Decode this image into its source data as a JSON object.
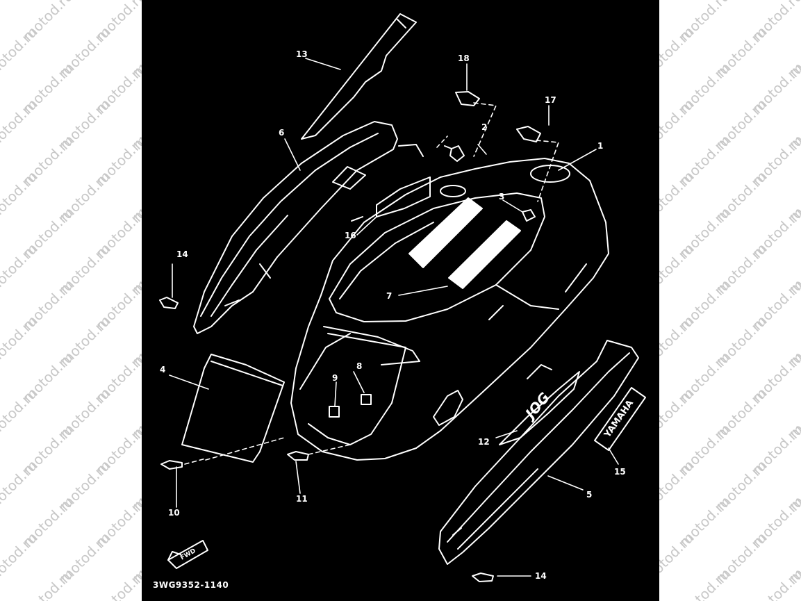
{
  "watermark": {
    "text": "motod.ru"
  },
  "diagram": {
    "callouts": {
      "c1": "1",
      "c2": "2",
      "c3": "3",
      "c4": "4",
      "c5": "5",
      "c6": "6",
      "c7": "7",
      "c8": "8",
      "c9": "9",
      "c10": "10",
      "c11": "11",
      "c12": "12",
      "c13": "13",
      "c14a": "14",
      "c14b": "14",
      "c15": "15",
      "c16": "16",
      "c17": "17",
      "c18": "18"
    },
    "drawing_code": "3WG9352-1140",
    "fwd_label": "FWD",
    "decal_yamaha": "YAMAHA",
    "decal_jog": "JOG"
  },
  "colors": {
    "background": "#000000",
    "lines": "#ffffff",
    "watermark": "#c8c8c8"
  }
}
